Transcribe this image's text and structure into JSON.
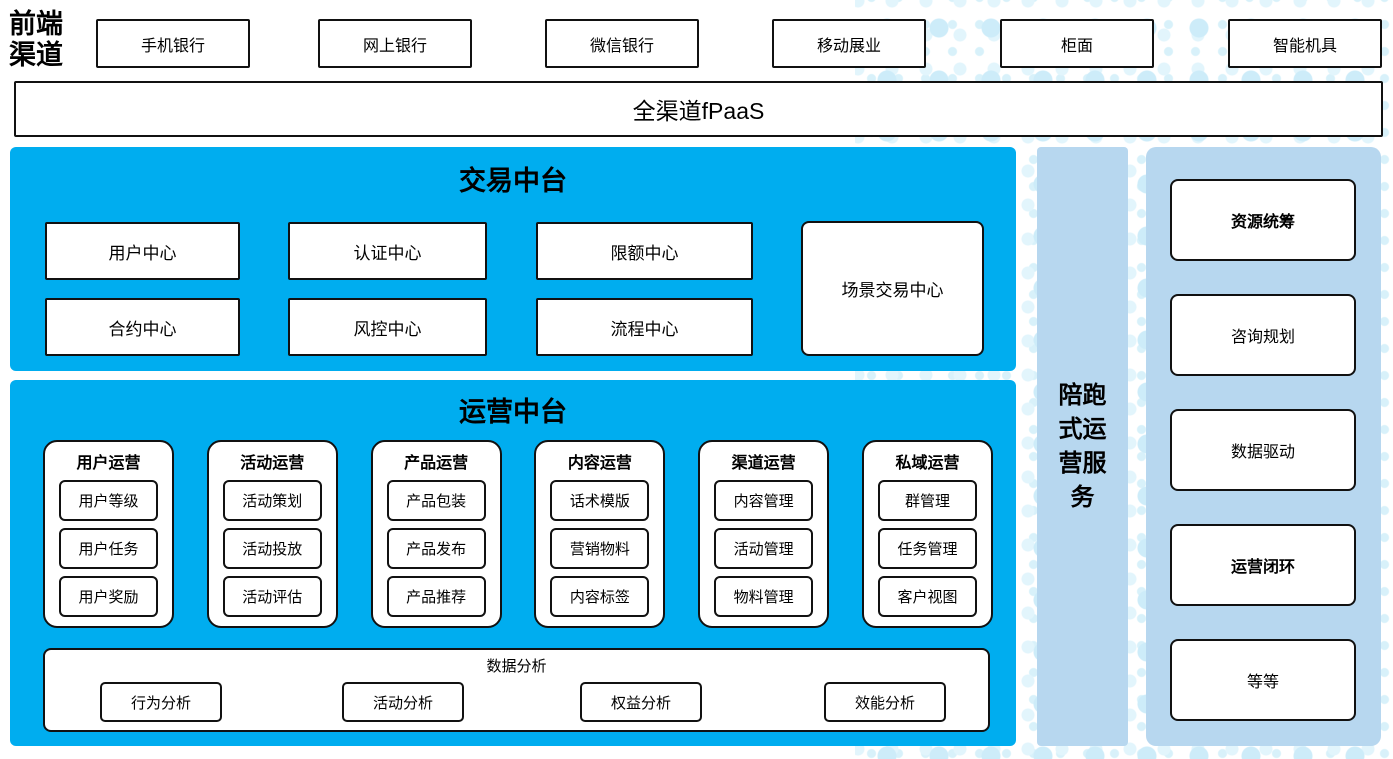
{
  "colors": {
    "accent_blue": "#00ADEF",
    "light_blue": "#B7D7EF",
    "border_black": "#111111",
    "dot_light": "#E2F5FC",
    "dot_mid": "#CDECF9"
  },
  "front_channels": {
    "label_lines": [
      "前端",
      "渠道"
    ],
    "items": [
      "手机银行",
      "网上银行",
      "微信银行",
      "移动展业",
      "柜面",
      "智能机具"
    ]
  },
  "fpaas": {
    "label": "全渠道fPaaS"
  },
  "trade_platform": {
    "title": "交易中台",
    "centers_row1": [
      "用户中心",
      "认证中心",
      "限额中心"
    ],
    "centers_row2": [
      "合约中心",
      "风控中心",
      "流程中心"
    ],
    "scene_center": "场景交易中心"
  },
  "ops_platform": {
    "title": "运营中台",
    "groups": [
      {
        "title": "用户运营",
        "items": [
          "用户等级",
          "用户任务",
          "用户奖励"
        ]
      },
      {
        "title": "活动运营",
        "items": [
          "活动策划",
          "活动投放",
          "活动评估"
        ]
      },
      {
        "title": "产品运营",
        "items": [
          "产品包装",
          "产品发布",
          "产品推荐"
        ]
      },
      {
        "title": "内容运营",
        "items": [
          "话术模版",
          "营销物料",
          "内容标签"
        ]
      },
      {
        "title": "渠道运营",
        "items": [
          "内容管理",
          "活动管理",
          "物料管理"
        ]
      },
      {
        "title": "私域运营",
        "items": [
          "群管理",
          "任务管理",
          "客户视图"
        ]
      }
    ],
    "data_analysis": {
      "title": "数据分析",
      "items": [
        "行为分析",
        "活动分析",
        "权益分析",
        "效能分析"
      ]
    }
  },
  "escort_service": {
    "label_lines": [
      "陪跑",
      "式运",
      "营服",
      "务"
    ]
  },
  "right_panel": {
    "items": [
      {
        "label": "资源统筹",
        "bold": true
      },
      {
        "label": "咨询规划",
        "bold": false
      },
      {
        "label": "数据驱动",
        "bold": false
      },
      {
        "label": "运营闭环",
        "bold": true
      },
      {
        "label": "等等",
        "bold": false
      }
    ]
  }
}
